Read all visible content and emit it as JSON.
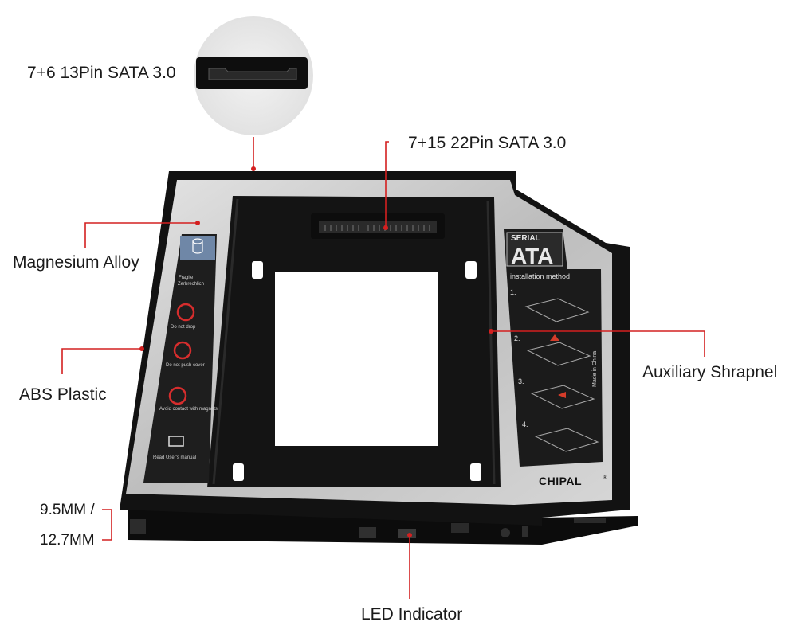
{
  "callouts": {
    "pin13": "7+6 13Pin SATA 3.0",
    "pin22": "7+15 22Pin SATA 3.0",
    "magnesium": "Magnesium Alloy",
    "abs": "ABS Plastic",
    "shrapnel": "Auxiliary Shrapnel",
    "led": "LED Indicator"
  },
  "dimension": {
    "line1": "9.5MM /",
    "line2": "12.7MM"
  },
  "label": {
    "serial": "SERIAL",
    "ata": "ATA",
    "installation": "installation method",
    "steps": [
      "1.",
      "2.",
      "3.",
      "4."
    ],
    "made_in": "Made in China",
    "brand": "CHIPAL",
    "registered": "®"
  },
  "warning_sticker": {
    "lines": [
      "Fragile",
      "Zerbrechlich",
      "Do not drop",
      "Do not push cover",
      "Avoid contact with magnets",
      "Read User's manual"
    ]
  },
  "colors": {
    "callout_line": "#d42020",
    "frame": "#111111",
    "metal": "#c9c9c9",
    "label_bg": "#1b1b1b"
  }
}
